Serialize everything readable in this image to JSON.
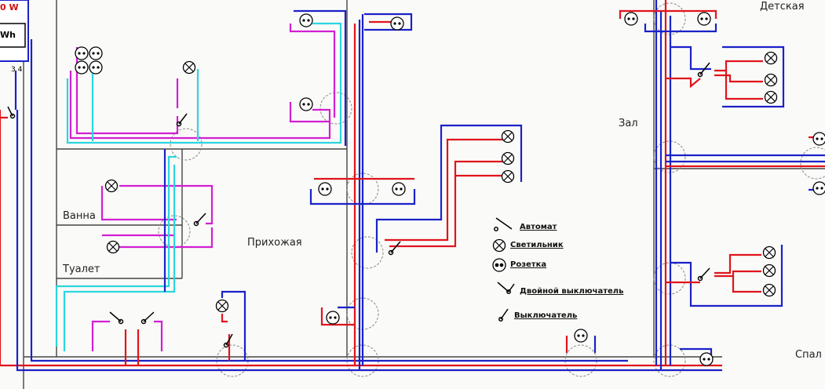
{
  "rooms": {
    "childroom": "Детская",
    "hall": "Зал",
    "corridor": "Прихожая",
    "bath": "Ванна",
    "toilet": "Туалет",
    "bedroom": "Спал"
  },
  "meter": {
    "power": "0 W",
    "unit": "Wh",
    "terminals": "3 4"
  },
  "legend": {
    "breaker": "Автомат",
    "lamp": "Светильник",
    "socket": "Розетка",
    "double_switch": "Двойной выключатель",
    "switch": "Выключатель"
  },
  "colors": {
    "phase": "#e0141c",
    "neutral": "#1a22c8",
    "magenta": "#d21fd2",
    "cyan": "#2ad6e0",
    "wall": "#333333"
  }
}
